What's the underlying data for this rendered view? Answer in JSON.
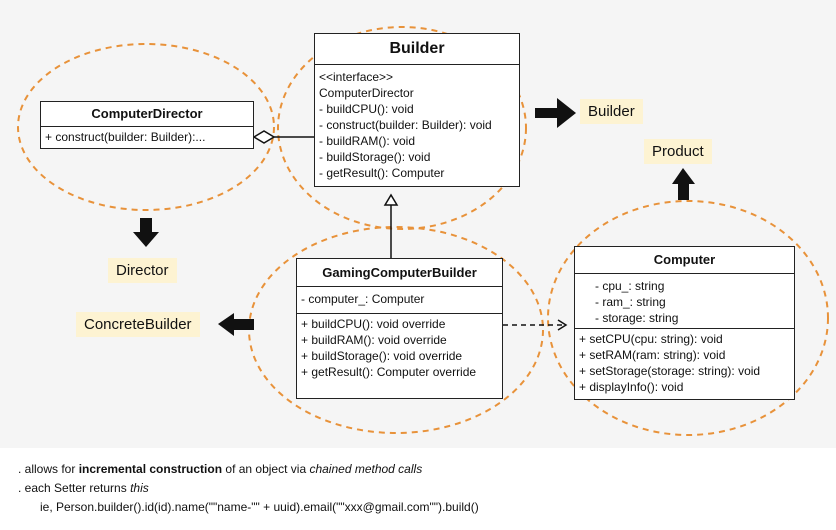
{
  "diagram": {
    "builder_box": {
      "title": "Builder",
      "lines": [
        "<<interface>>",
        "ComputerDirector",
        "- buildCPU(): void",
        "- construct(builder: Builder): void",
        "- buildRAM(): void",
        "- buildStorage(): void",
        "- getResult(): Computer"
      ]
    },
    "director_box": {
      "title": "ComputerDirector",
      "methods": [
        "+ construct(builder: Builder):..."
      ]
    },
    "gaming_box": {
      "title": "GamingComputerBuilder",
      "fields": [
        "- computer_: Computer"
      ],
      "methods": [
        "+ buildCPU(): void override",
        "+ buildRAM(): void override",
        "+ buildStorage(): void override",
        "+ getResult(): Computer override"
      ]
    },
    "computer_box": {
      "title": "Computer",
      "fields": [
        "- cpu_: string",
        "- ram_: string",
        "- storage: string"
      ],
      "methods": [
        "+ setCPU(cpu: string): void",
        "+ setRAM(ram: string): void",
        "+ setStorage(storage: string): void",
        "+ displayInfo(): void"
      ]
    },
    "tags": {
      "builder": "Builder",
      "product": "Product",
      "director": "Director",
      "concrete": "ConcreteBuilder"
    },
    "colors": {
      "ellipse": "#e8923a",
      "tag_bg": "#fdf3d2",
      "arrow": "#111111"
    }
  },
  "notes": {
    "line1_prefix": ". allows for ",
    "line1_bold": "incremental construction",
    "line1_mid": " of an object via ",
    "line1_italic": "chained method calls",
    "line2_prefix": ". each Setter returns ",
    "line2_italic": "this",
    "line3": "ie, Person.builder().id(id).name(\"\"name-\"\" + uuid).email(\"\"xxx@gmail.com\"\").build()"
  }
}
